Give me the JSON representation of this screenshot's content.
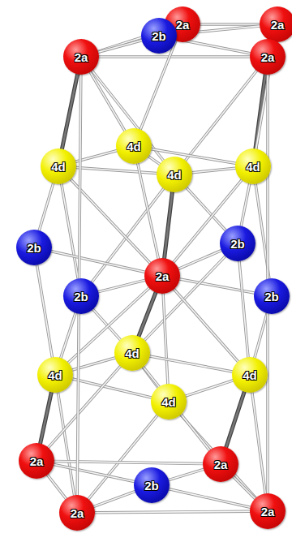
{
  "diagram": {
    "nodes": [
      {
        "text": [
          "2a"
        ]
      },
      {
        "text": [
          "2a"
        ]
      },
      {
        "text": [
          "2b"
        ]
      },
      {
        "text": [
          "2a"
        ]
      },
      {
        "text": [
          "2a"
        ]
      },
      {
        "text": [
          "4d"
        ]
      },
      {
        "text": [
          "4d"
        ]
      },
      {
        "text": [
          "4d"
        ]
      },
      {
        "text": [
          "4d"
        ]
      },
      {
        "text": [
          "2b"
        ]
      },
      {
        "text": [
          "2b"
        ]
      },
      {
        "text": [
          "2a"
        ]
      },
      {
        "text": [
          "2b"
        ]
      },
      {
        "text": [
          "2b"
        ]
      },
      {
        "text": [
          "4d"
        ]
      },
      {
        "text": [
          "4d"
        ]
      },
      {
        "text": [
          "4d"
        ]
      },
      {
        "text": [
          "4d"
        ]
      },
      {
        "text": [
          "2a"
        ]
      },
      {
        "text": [
          "2a"
        ]
      },
      {
        "text": [
          "2b"
        ]
      },
      {
        "text": [
          "2a"
        ]
      },
      {
        "text": [
          "2a"
        ]
      }
    ],
    "edges": [
      {
        "from": 0,
        "to": 1,
        "arrow": "none"
      },
      {
        "from": 0,
        "to": 3,
        "arrow": "none"
      },
      {
        "from": 1,
        "to": 4,
        "arrow": "none"
      },
      {
        "from": 3,
        "to": 4,
        "arrow": "none"
      },
      {
        "from": 2,
        "to": 0,
        "arrow": "none"
      },
      {
        "from": 2,
        "to": 1,
        "arrow": "none"
      },
      {
        "from": 2,
        "to": 3,
        "arrow": "none"
      },
      {
        "from": 2,
        "to": 4,
        "arrow": "none"
      },
      {
        "from": 3,
        "to": 6,
        "arrow": "none"
      },
      {
        "from": 4,
        "to": 7,
        "arrow": "none"
      },
      {
        "from": 0,
        "to": 5,
        "arrow": "none"
      },
      {
        "from": 3,
        "to": 5,
        "arrow": "none"
      },
      {
        "from": 1,
        "to": 7,
        "arrow": "none"
      },
      {
        "from": 3,
        "to": 8,
        "arrow": "none"
      },
      {
        "from": 4,
        "to": 8,
        "arrow": "none"
      },
      {
        "from": 5,
        "to": 6,
        "arrow": "none"
      },
      {
        "from": 5,
        "to": 7,
        "arrow": "none"
      },
      {
        "from": 5,
        "to": 8,
        "arrow": "none"
      },
      {
        "from": 6,
        "to": 8,
        "arrow": "none"
      },
      {
        "from": 7,
        "to": 8,
        "arrow": "none"
      },
      {
        "from": 8,
        "to": 11,
        "arrow": "none"
      },
      {
        "from": 6,
        "to": 10,
        "arrow": "none"
      },
      {
        "from": 6,
        "to": 12,
        "arrow": "none"
      },
      {
        "from": 7,
        "to": 9,
        "arrow": "none"
      },
      {
        "from": 7,
        "to": 13,
        "arrow": "none"
      },
      {
        "from": 8,
        "to": 9,
        "arrow": "none"
      },
      {
        "from": 8,
        "to": 12,
        "arrow": "none"
      },
      {
        "from": 11,
        "to": 9,
        "arrow": "none"
      },
      {
        "from": 11,
        "to": 10,
        "arrow": "none"
      },
      {
        "from": 11,
        "to": 12,
        "arrow": "none"
      },
      {
        "from": 11,
        "to": 13,
        "arrow": "none"
      },
      {
        "from": 11,
        "to": 5,
        "arrow": "none"
      },
      {
        "from": 11,
        "to": 6,
        "arrow": "none"
      },
      {
        "from": 11,
        "to": 7,
        "arrow": "none"
      },
      {
        "from": 10,
        "to": 15,
        "arrow": "none"
      },
      {
        "from": 12,
        "to": 15,
        "arrow": "none"
      },
      {
        "from": 9,
        "to": 16,
        "arrow": "none"
      },
      {
        "from": 13,
        "to": 16,
        "arrow": "none"
      },
      {
        "from": 12,
        "to": 14,
        "arrow": "none"
      },
      {
        "from": 9,
        "to": 14,
        "arrow": "none"
      },
      {
        "from": 11,
        "to": 14,
        "arrow": "none"
      },
      {
        "from": 11,
        "to": 15,
        "arrow": "none"
      },
      {
        "from": 11,
        "to": 16,
        "arrow": "none"
      },
      {
        "from": 11,
        "to": 17,
        "arrow": "none"
      },
      {
        "from": 14,
        "to": 15,
        "arrow": "none"
      },
      {
        "from": 14,
        "to": 16,
        "arrow": "none"
      },
      {
        "from": 14,
        "to": 17,
        "arrow": "none"
      },
      {
        "from": 15,
        "to": 17,
        "arrow": "none"
      },
      {
        "from": 16,
        "to": 17,
        "arrow": "none"
      },
      {
        "from": 15,
        "to": 18,
        "arrow": "none"
      },
      {
        "from": 16,
        "to": 19,
        "arrow": "none"
      },
      {
        "from": 17,
        "to": 21,
        "arrow": "none"
      },
      {
        "from": 17,
        "to": 22,
        "arrow": "none"
      },
      {
        "from": 15,
        "to": 21,
        "arrow": "none"
      },
      {
        "from": 16,
        "to": 22,
        "arrow": "none"
      },
      {
        "from": 14,
        "to": 18,
        "arrow": "none"
      },
      {
        "from": 14,
        "to": 19,
        "arrow": "none"
      },
      {
        "from": 18,
        "to": 19,
        "arrow": "none"
      },
      {
        "from": 18,
        "to": 21,
        "arrow": "none"
      },
      {
        "from": 19,
        "to": 22,
        "arrow": "none"
      },
      {
        "from": 21,
        "to": 22,
        "arrow": "none"
      },
      {
        "from": 20,
        "to": 18,
        "arrow": "none"
      },
      {
        "from": 20,
        "to": 19,
        "arrow": "none"
      },
      {
        "from": 20,
        "to": 21,
        "arrow": "none"
      },
      {
        "from": 20,
        "to": 22,
        "arrow": "none"
      },
      {
        "from": 3,
        "to": 21,
        "arrow": "none"
      },
      {
        "from": 4,
        "to": 22,
        "arrow": "none"
      }
    ]
  }
}
